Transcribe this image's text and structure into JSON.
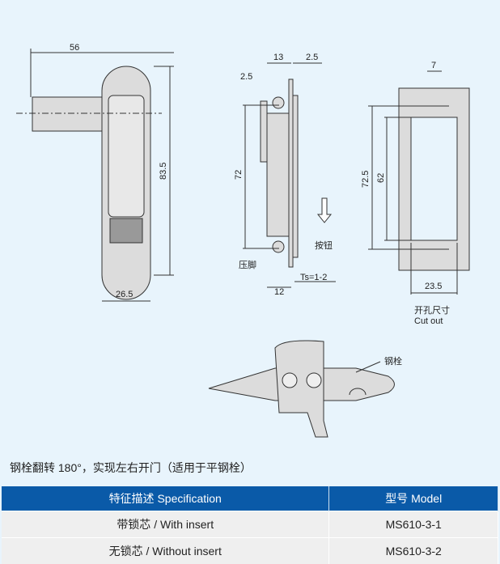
{
  "drawing": {
    "front_dims": {
      "width": "56",
      "height": "83.5",
      "bottom": "26.5"
    },
    "side_dims": {
      "top1": "13",
      "top2": "2.5",
      "left": "2.5",
      "height": "72",
      "bottom": "12",
      "ts": "Ts=1-2",
      "button": "按钮",
      "foot": "压脚"
    },
    "cutout_dims": {
      "slot": "7",
      "outer": "72.5",
      "inner": "62",
      "width": "23.5",
      "label_cn": "开孔尺寸",
      "label_en": "Cut out"
    },
    "bolt_label": "钢栓"
  },
  "caption": "钢栓翻转 180°，实现左右开门（适用于平钢栓）",
  "table": {
    "headers": [
      "特征描述 Specification",
      "型号 Model"
    ],
    "rows": [
      [
        "带锁芯 / With insert",
        "MS610-3-1"
      ],
      [
        "无锁芯 / Without insert",
        "MS610-3-2"
      ]
    ]
  },
  "colors": {
    "background": "#e8f4fc",
    "header": "#0a5aa8",
    "part": "#dcdcdc"
  }
}
